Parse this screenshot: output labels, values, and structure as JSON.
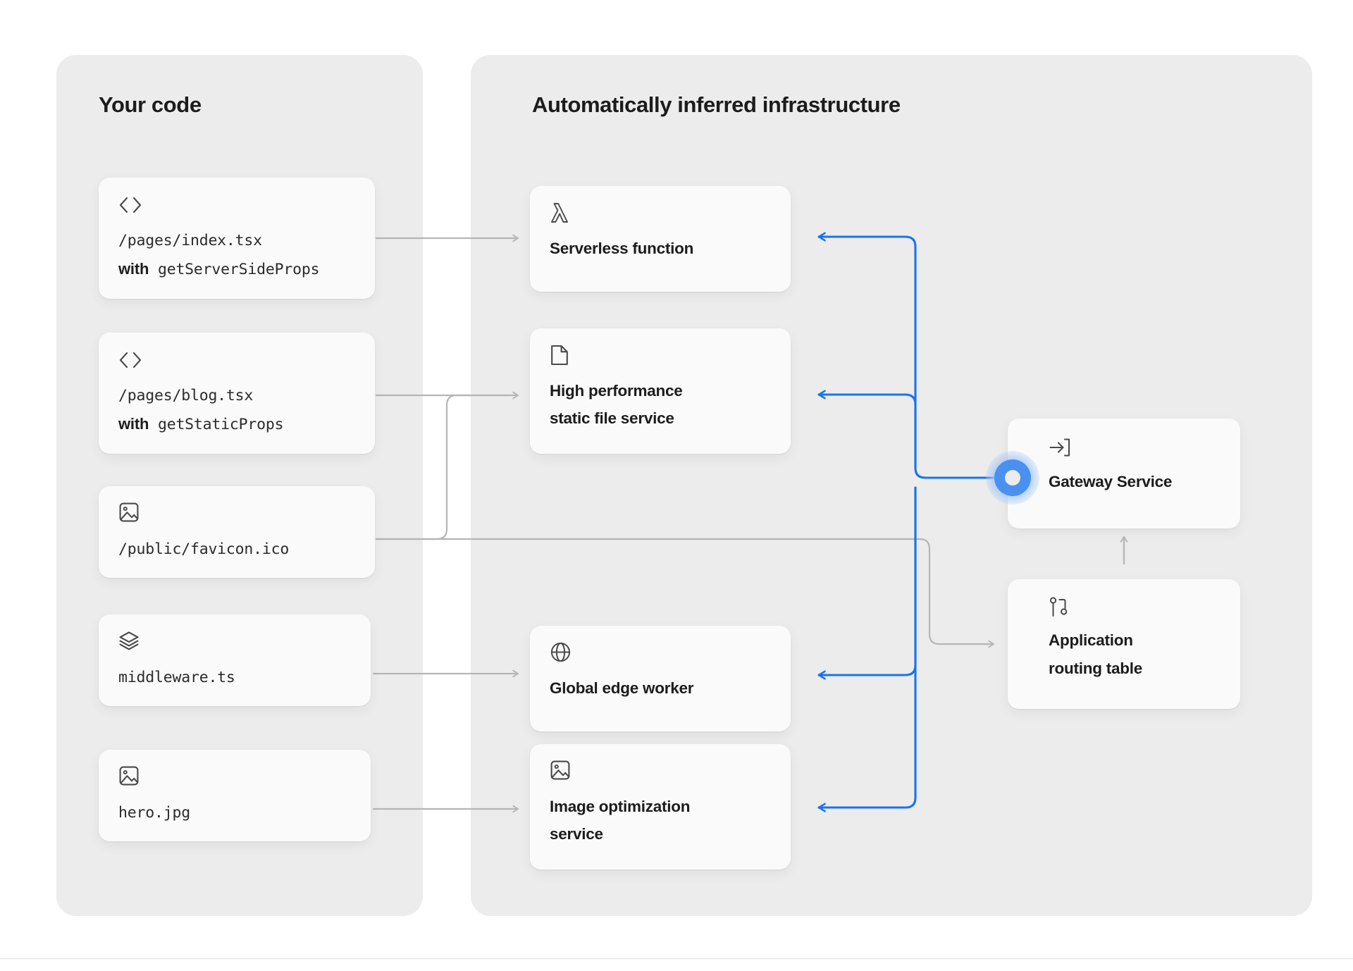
{
  "panels": {
    "code": {
      "title": "Your code",
      "cards": [
        {
          "icon": "code-brackets-icon",
          "line1": "/pages/index.tsx",
          "keyword": "with",
          "line2": "getServerSideProps"
        },
        {
          "icon": "code-brackets-icon",
          "line1": "/pages/blog.tsx",
          "keyword": "with",
          "line2": "getStaticProps"
        },
        {
          "icon": "image-icon",
          "line1": "/public/favicon.ico",
          "keyword": "",
          "line2": ""
        },
        {
          "icon": "layers-icon",
          "line1": "middleware.ts",
          "keyword": "",
          "line2": ""
        },
        {
          "icon": "image-icon",
          "line1": "hero.jpg",
          "keyword": "",
          "line2": ""
        }
      ]
    },
    "infra": {
      "title": "Automatically inferred infrastructure",
      "cards": [
        {
          "icon": "lambda-icon",
          "line1": "Serverless function",
          "line2": ""
        },
        {
          "icon": "document-icon",
          "line1": "High performance",
          "line2": "static file service"
        },
        {
          "icon": "globe-icon",
          "line1": "Global edge worker",
          "line2": ""
        },
        {
          "icon": "image-icon",
          "line1": "Image optimization",
          "line2": "service"
        }
      ]
    },
    "right": {
      "cards": [
        {
          "icon": "login-arrow-icon",
          "line1": "Gateway Service",
          "line2": ""
        },
        {
          "icon": "git-branch-icon",
          "line1": "Application",
          "line2": "routing table"
        }
      ]
    }
  },
  "colors": {
    "accent_blue": "#1a73ef",
    "halo_blue": "#a9c9f7",
    "wire_gray": "#b5b5b5",
    "panel_bg": "#ececec",
    "card_bg": "#fafafa",
    "text_dark": "#1c1c1c"
  }
}
